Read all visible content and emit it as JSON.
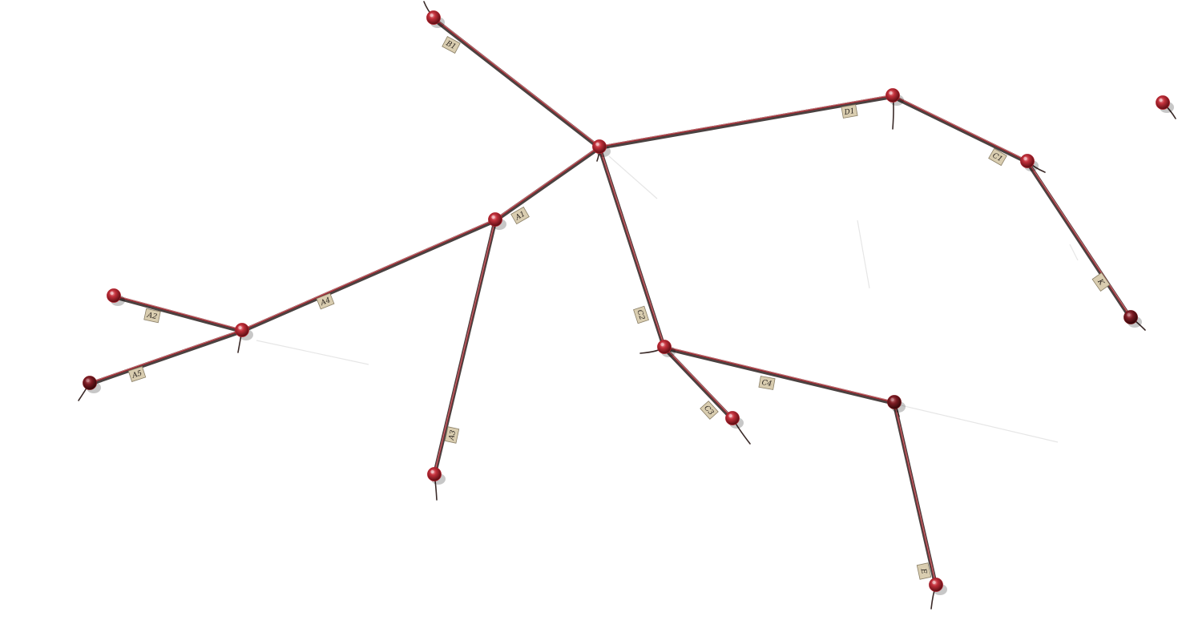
{
  "board": {
    "pins": [
      {
        "id": "hub",
        "color": "#b01f2a"
      },
      {
        "id": "B1-end",
        "color": "#b01f2a"
      },
      {
        "id": "D1-node",
        "color": "#b01f2a"
      },
      {
        "id": "C1-node",
        "color": "#a8202c"
      },
      {
        "id": "K-end",
        "color": "#6e1418"
      },
      {
        "id": "isolated",
        "color": "#b01f2a"
      },
      {
        "id": "A1-node",
        "color": "#b01f2a"
      },
      {
        "id": "A-junction",
        "color": "#b01f2a"
      },
      {
        "id": "A2-end",
        "color": "#b01f2a"
      },
      {
        "id": "A5-end",
        "color": "#7a161c"
      },
      {
        "id": "A3-end",
        "color": "#b01f2a"
      },
      {
        "id": "C2-node",
        "color": "#b01f2a"
      },
      {
        "id": "C3-end",
        "color": "#a8202c"
      },
      {
        "id": "C4-node",
        "color": "#7a161c"
      },
      {
        "id": "E-end",
        "color": "#a8202c"
      }
    ],
    "tags": [
      "B1",
      "D1",
      "C1",
      "K",
      "A1",
      "A4",
      "A2",
      "A5",
      "A3",
      "C2",
      "C3",
      "C4",
      "E"
    ],
    "colors": {
      "string": "#9a2b33",
      "tag_paper": "#d9cdb0",
      "background": "#ffffff"
    }
  }
}
